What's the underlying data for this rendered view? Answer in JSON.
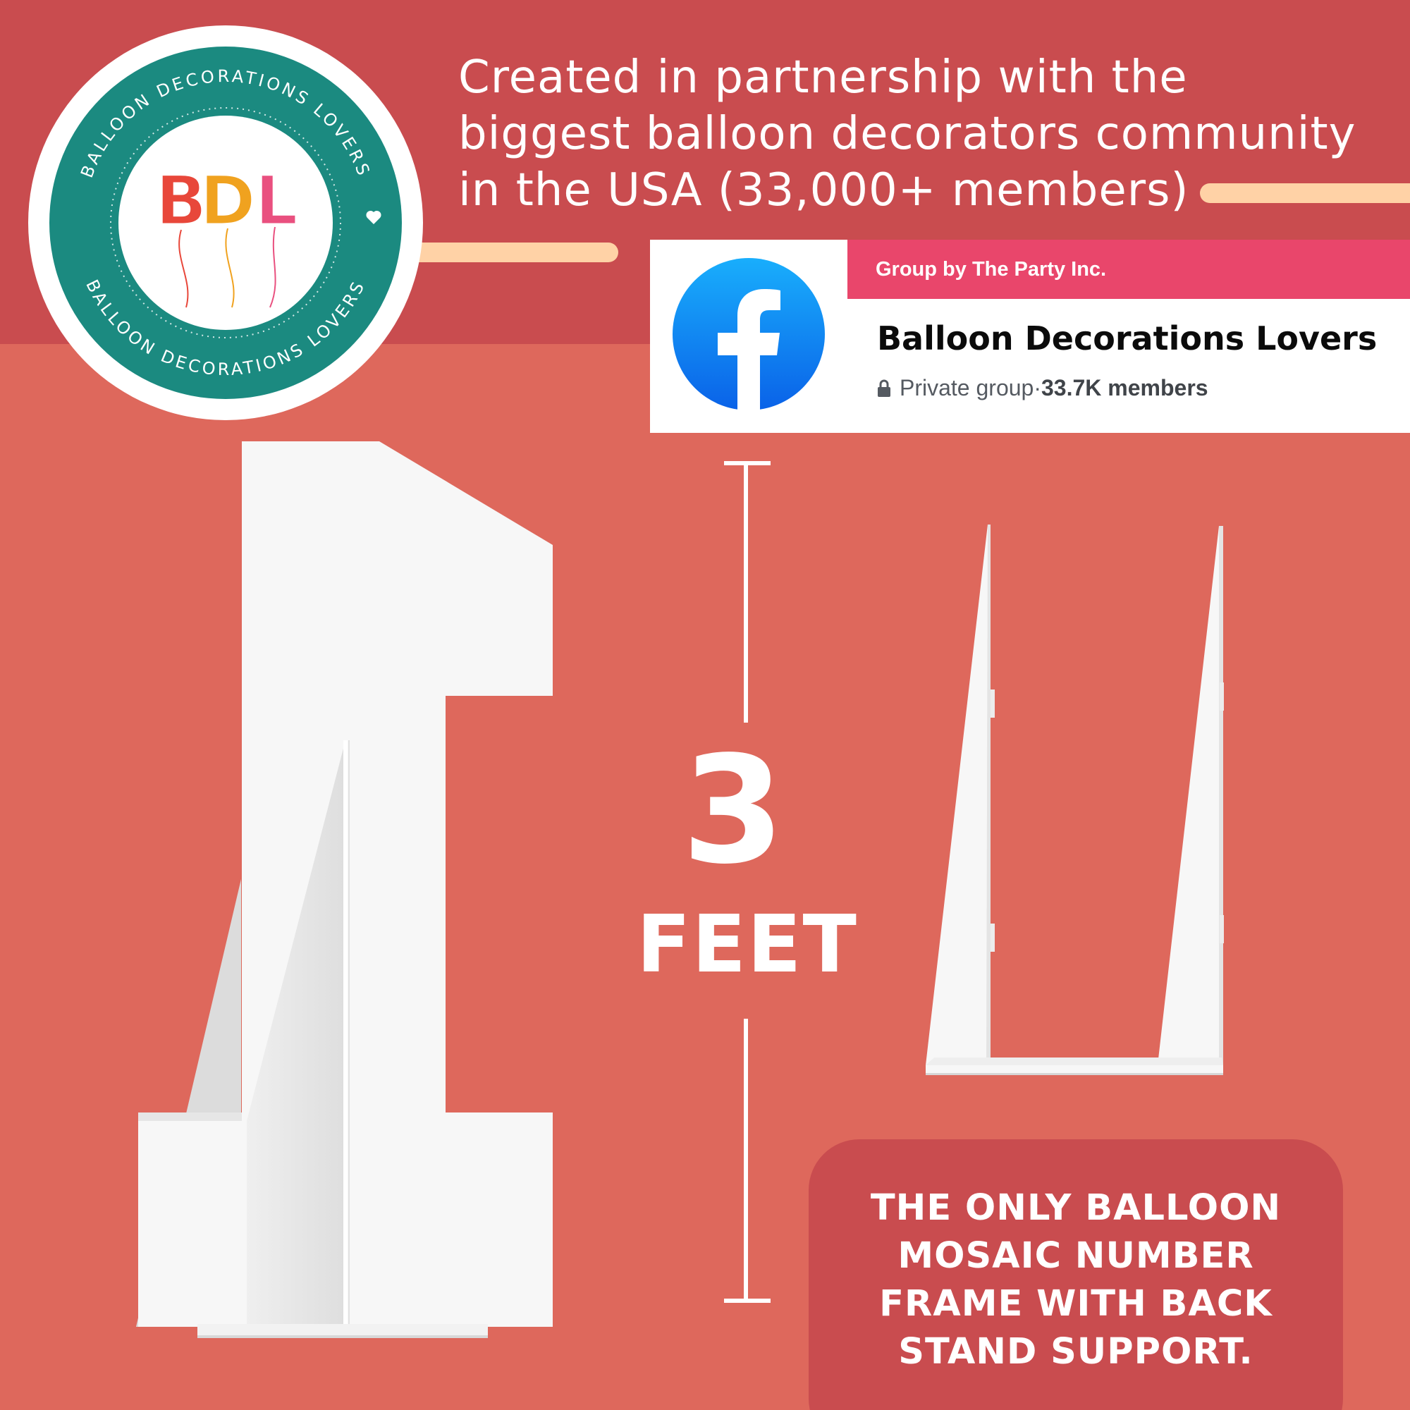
{
  "headline": {
    "line1": "Created in partnership with the",
    "line2": "biggest balloon decorators community",
    "line3": "in the USA (33,000+ members)"
  },
  "logo": {
    "ring_text_top": "BALLOON DECORATIONS LOVERS",
    "ring_text_bottom": "BALLOON DECORATIONS LOVERS",
    "monogram": [
      "B",
      "D",
      "L"
    ],
    "ring_color": "#1b8a80",
    "letter_colors": [
      "#e8473a",
      "#f0a21f",
      "#e9507f"
    ]
  },
  "facebook_card": {
    "icon": "facebook-icon",
    "group_by": "Group by The Party Inc.",
    "group_name": "Balloon Decorations Lovers",
    "privacy": "Private group",
    "separator": " · ",
    "members": "33.7K members"
  },
  "measurement": {
    "number": "3",
    "unit": "FEET"
  },
  "callout": {
    "line1": "THE ONLY BALLOON",
    "line2": "MOSAIC NUMBER",
    "line3": "FRAME WITH BACK",
    "line4": "STAND SUPPORT."
  },
  "colors": {
    "background": "#de685c",
    "top_band": "#c94c4f",
    "accent_bar": "#ffd2a6",
    "fb_banner": "#e9466b",
    "fb_blue": "#1877f2"
  }
}
